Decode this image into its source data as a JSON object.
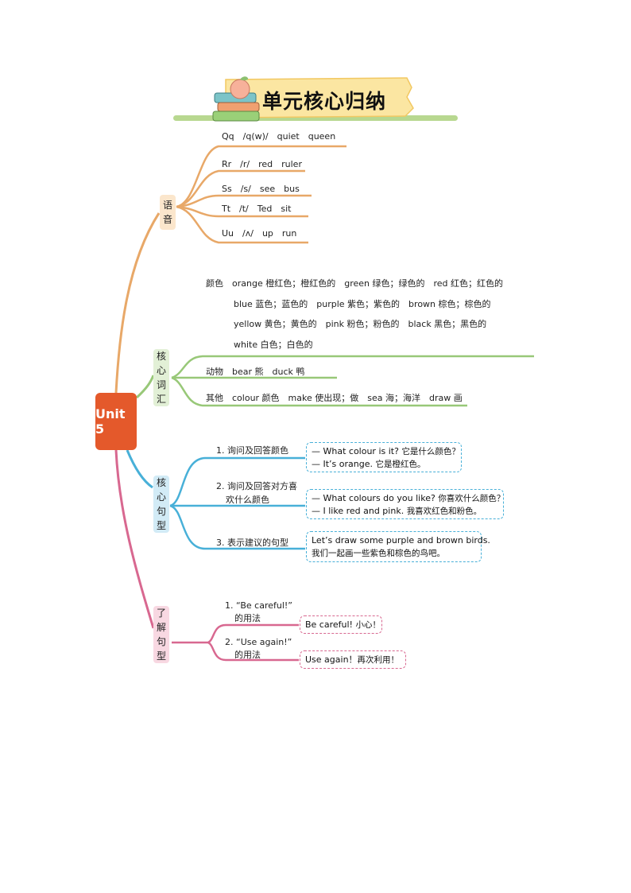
{
  "title": "单元核心归纳",
  "center": "Unit 5",
  "branches": {
    "phonics": {
      "label": [
        "语",
        "音"
      ],
      "items": [
        "Qq　/q(w)/　quiet　queen",
        "Rr　/r/　red　ruler",
        "Ss　/s/　see　bus",
        "Tt　/t/　Ted　sit",
        "Uu　/ʌ/　up　run"
      ]
    },
    "vocab": {
      "label": [
        "核",
        "心",
        "词",
        "汇"
      ],
      "colors_lines": [
        "颜色　orange 橙红色；橙红色的　green 绿色；绿色的　red 红色；红色的",
        "blue 蓝色；蓝色的　purple 紫色；紫色的　brown 棕色；棕色的",
        "yellow 黄色；黄色的　pink 粉色；粉色的　black 黑色；黑色的",
        "white 白色；白色的"
      ],
      "animals": "动物　bear 熊　duck 鸭",
      "others": "其他　colour 颜色　make 使出现；做　sea 海；海洋　draw 画"
    },
    "sentences": {
      "label": [
        "核",
        "心",
        "句",
        "型"
      ],
      "items": [
        {
          "q": "1. 询问及回答颜色",
          "lines": [
            [
              "— What colour is it? ",
              "它是什么颜色？"
            ],
            [
              "— It’s orange.  ",
              "它是橙红色。"
            ]
          ]
        },
        {
          "q": "2. 询问及回答对方喜",
          "q2": "欢什么颜色",
          "lines": [
            [
              "— What colours do you like? ",
              "你喜欢什么颜色？"
            ],
            [
              "—  I like red and pink.  ",
              "我喜欢红色和粉色。"
            ]
          ]
        },
        {
          "q": "3. 表示建议的句型",
          "lines": [
            [
              "Let’s draw some purple and brown birds.",
              ""
            ],
            [
              "",
              "我们一起画一些紫色和棕色的鸟吧。"
            ]
          ]
        }
      ]
    },
    "understand": {
      "label": [
        "了",
        "解",
        "句",
        "型"
      ],
      "items": [
        {
          "q": "1.  “Be careful!”",
          "q2": "的用法",
          "box": [
            "Be careful! ",
            "小心！"
          ]
        },
        {
          "q": "2.  “Use again!”",
          "q2": "的用法",
          "box": [
            "Use again！",
            "再次利用！"
          ]
        }
      ]
    }
  },
  "colors": {
    "orange": "#e8a868",
    "green": "#98c878",
    "blue": "#48b0d8",
    "pink": "#d86890",
    "unit": "#e4592b"
  }
}
